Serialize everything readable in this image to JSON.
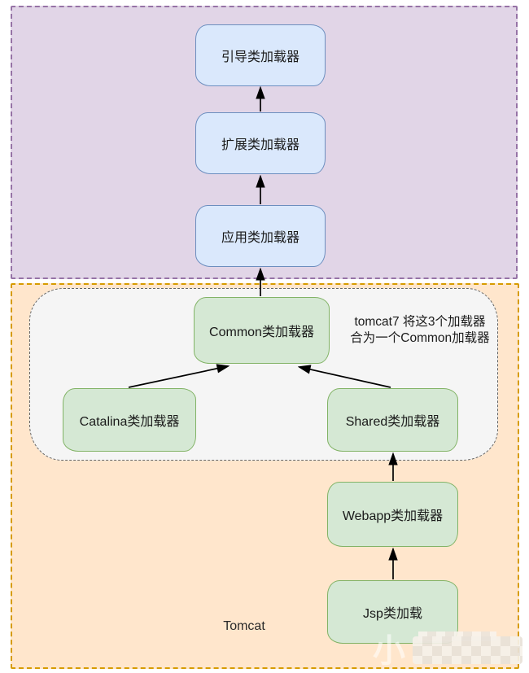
{
  "regions": {
    "jvm": {
      "fill": "#e1d5e7",
      "stroke": "#9673a6"
    },
    "tomcat": {
      "label": "Tomcat",
      "fill": "#ffe6cc",
      "stroke": "#d79b00"
    },
    "common_group": {
      "fill": "#f5f5f5",
      "stroke": "#666666",
      "annotation_line1": "tomcat7 将这3个加载器",
      "annotation_line2": "合为一个Common加载器"
    }
  },
  "nodes": {
    "bootstrap": {
      "label": "引导类加载器",
      "fill": "#dae8fc",
      "stroke": "#6c8ebf"
    },
    "extension": {
      "label": "扩展类加载器",
      "fill": "#dae8fc",
      "stroke": "#6c8ebf"
    },
    "application": {
      "label": "应用类加载器",
      "fill": "#dae8fc",
      "stroke": "#6c8ebf"
    },
    "common": {
      "label": "Common类加载器",
      "fill": "#d5e8d4",
      "stroke": "#82b366"
    },
    "catalina": {
      "label": "Catalina类加载器",
      "fill": "#d5e8d4",
      "stroke": "#82b366"
    },
    "shared": {
      "label": "Shared类加载器",
      "fill": "#d5e8d4",
      "stroke": "#82b366"
    },
    "webapp": {
      "label": "Webapp类加载器",
      "fill": "#d5e8d4",
      "stroke": "#82b366"
    },
    "jsp": {
      "label": "Jsp类加载",
      "fill": "#d5e8d4",
      "stroke": "#82b366"
    }
  },
  "edges": [
    {
      "from": "extension",
      "to": "bootstrap"
    },
    {
      "from": "application",
      "to": "extension"
    },
    {
      "from": "common",
      "to": "application"
    },
    {
      "from": "catalina",
      "to": "common"
    },
    {
      "from": "shared",
      "to": "common"
    },
    {
      "from": "webapp",
      "to": "shared"
    },
    {
      "from": "jsp",
      "to": "webapp"
    }
  ],
  "arrow_color": "#000000",
  "watermark": {
    "text": "小"
  }
}
